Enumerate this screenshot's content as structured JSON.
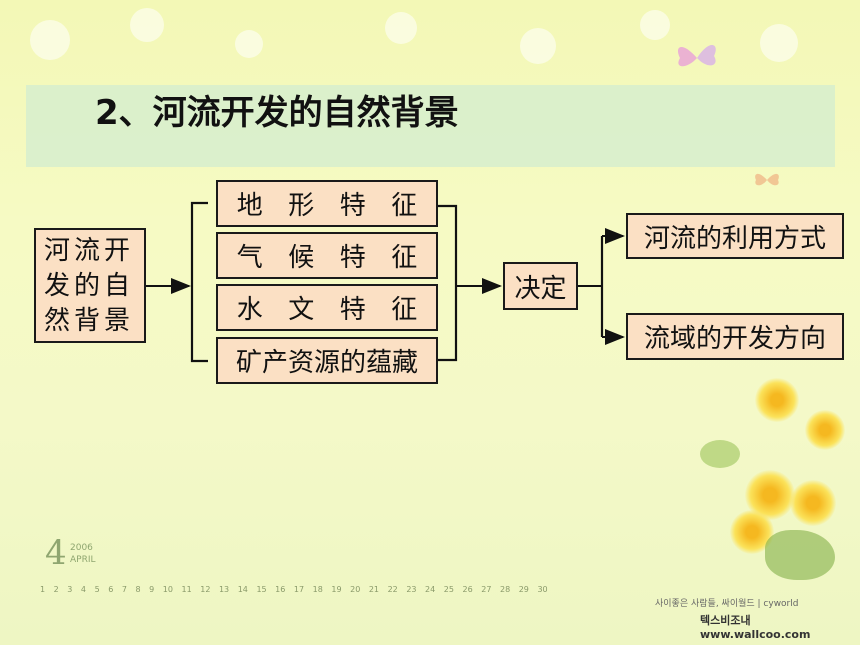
{
  "title": "2、河流开发的自然背景",
  "root": {
    "lines": [
      "河流开",
      "发的自",
      "然背景"
    ]
  },
  "factors": [
    {
      "chars": [
        "地",
        "形",
        "特",
        "征"
      ]
    },
    {
      "chars": [
        "气",
        "候",
        "特",
        "征"
      ]
    },
    {
      "chars": [
        "水",
        "文",
        "特",
        "征"
      ]
    },
    {
      "text": "矿产资源的蕴藏"
    }
  ],
  "decide": "决定",
  "outcomes": [
    "河流的利用方式",
    "流域的开发方向"
  ],
  "background": {
    "month_number": "4",
    "year": "2006",
    "month": "APRIL",
    "calendar_days": [
      "1",
      "2",
      "3",
      "4",
      "5",
      "6",
      "7",
      "8",
      "9",
      "10",
      "11",
      "12",
      "13",
      "14",
      "15",
      "16",
      "17",
      "18",
      "19",
      "20",
      "21",
      "22",
      "23",
      "24",
      "25",
      "26",
      "27",
      "28",
      "29",
      "30"
    ],
    "watermark_line1": "사이좋은 사람들, 싸이월드 | cyworld",
    "watermark_line2": "텍스비조내 www.wallcoo.com"
  }
}
